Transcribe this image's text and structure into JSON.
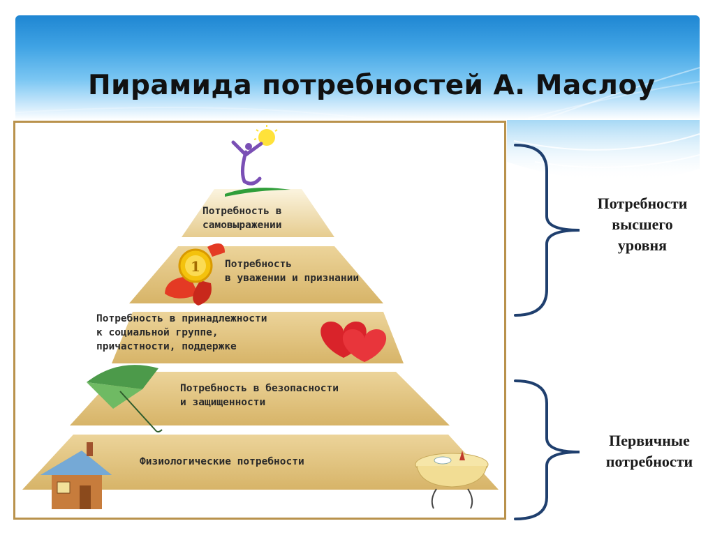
{
  "slide": {
    "title": "Пирамида потребностей А. Маслоу"
  },
  "pyramid": {
    "levels": [
      {
        "label": "Потребность в\nсамовыражении",
        "icon": "dancer-icon"
      },
      {
        "label": "Потребность\nв уважении и признании",
        "icon": "medal-icon"
      },
      {
        "label": "Потребность в принадлежности\nк социальной группе,\nпричастности, поддержке",
        "icon": "hearts-icon"
      },
      {
        "label": "Потребность в безопасности\nи защищенности",
        "icon": "umbrella-icon"
      },
      {
        "label": "Физиологические потребности",
        "icon": "house-icon"
      }
    ],
    "medal_number": "1"
  },
  "groups": {
    "higher": "Потребности\nвысшего\nуровня",
    "primary": "Первичные\nпотребности"
  },
  "colors": {
    "band": "#e2c586",
    "band_dark": "#d0a85a",
    "bracket": "#1f3f6e",
    "frame_border": "#b9924c"
  }
}
